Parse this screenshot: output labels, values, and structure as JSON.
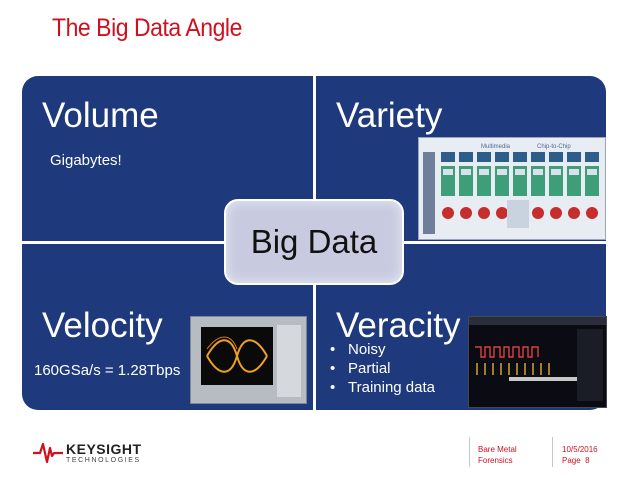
{
  "slide": {
    "title": "The Big Data Angle",
    "center_label": "Big Data"
  },
  "quadrants": {
    "volume": {
      "label": "Volume",
      "note": "Gigabytes!"
    },
    "variety": {
      "label": "Variety"
    },
    "velocity": {
      "label": "Velocity",
      "note": "160GSa/s = 1.28Tbps"
    },
    "veracity": {
      "label": "Veracity",
      "bullets": [
        "Noisy",
        "Partial",
        "Training data"
      ]
    }
  },
  "variety_image": {
    "header_left": "Multimedia",
    "header_right": "Chip-to-Chip"
  },
  "footer": {
    "logo_name": "KEYSIGHT",
    "logo_sub": "TECHNOLOGIES",
    "section_line1": "Bare Metal",
    "section_line2": "Forensics",
    "date": "10/5/2016",
    "page_label": "Page",
    "page_number": "8"
  },
  "colors": {
    "title_red": "#d0101f",
    "panel_blue": "#1e3a7c",
    "center_box": "#c8cbe0"
  },
  "icons": {
    "logo": "keysight-wave-logo"
  }
}
